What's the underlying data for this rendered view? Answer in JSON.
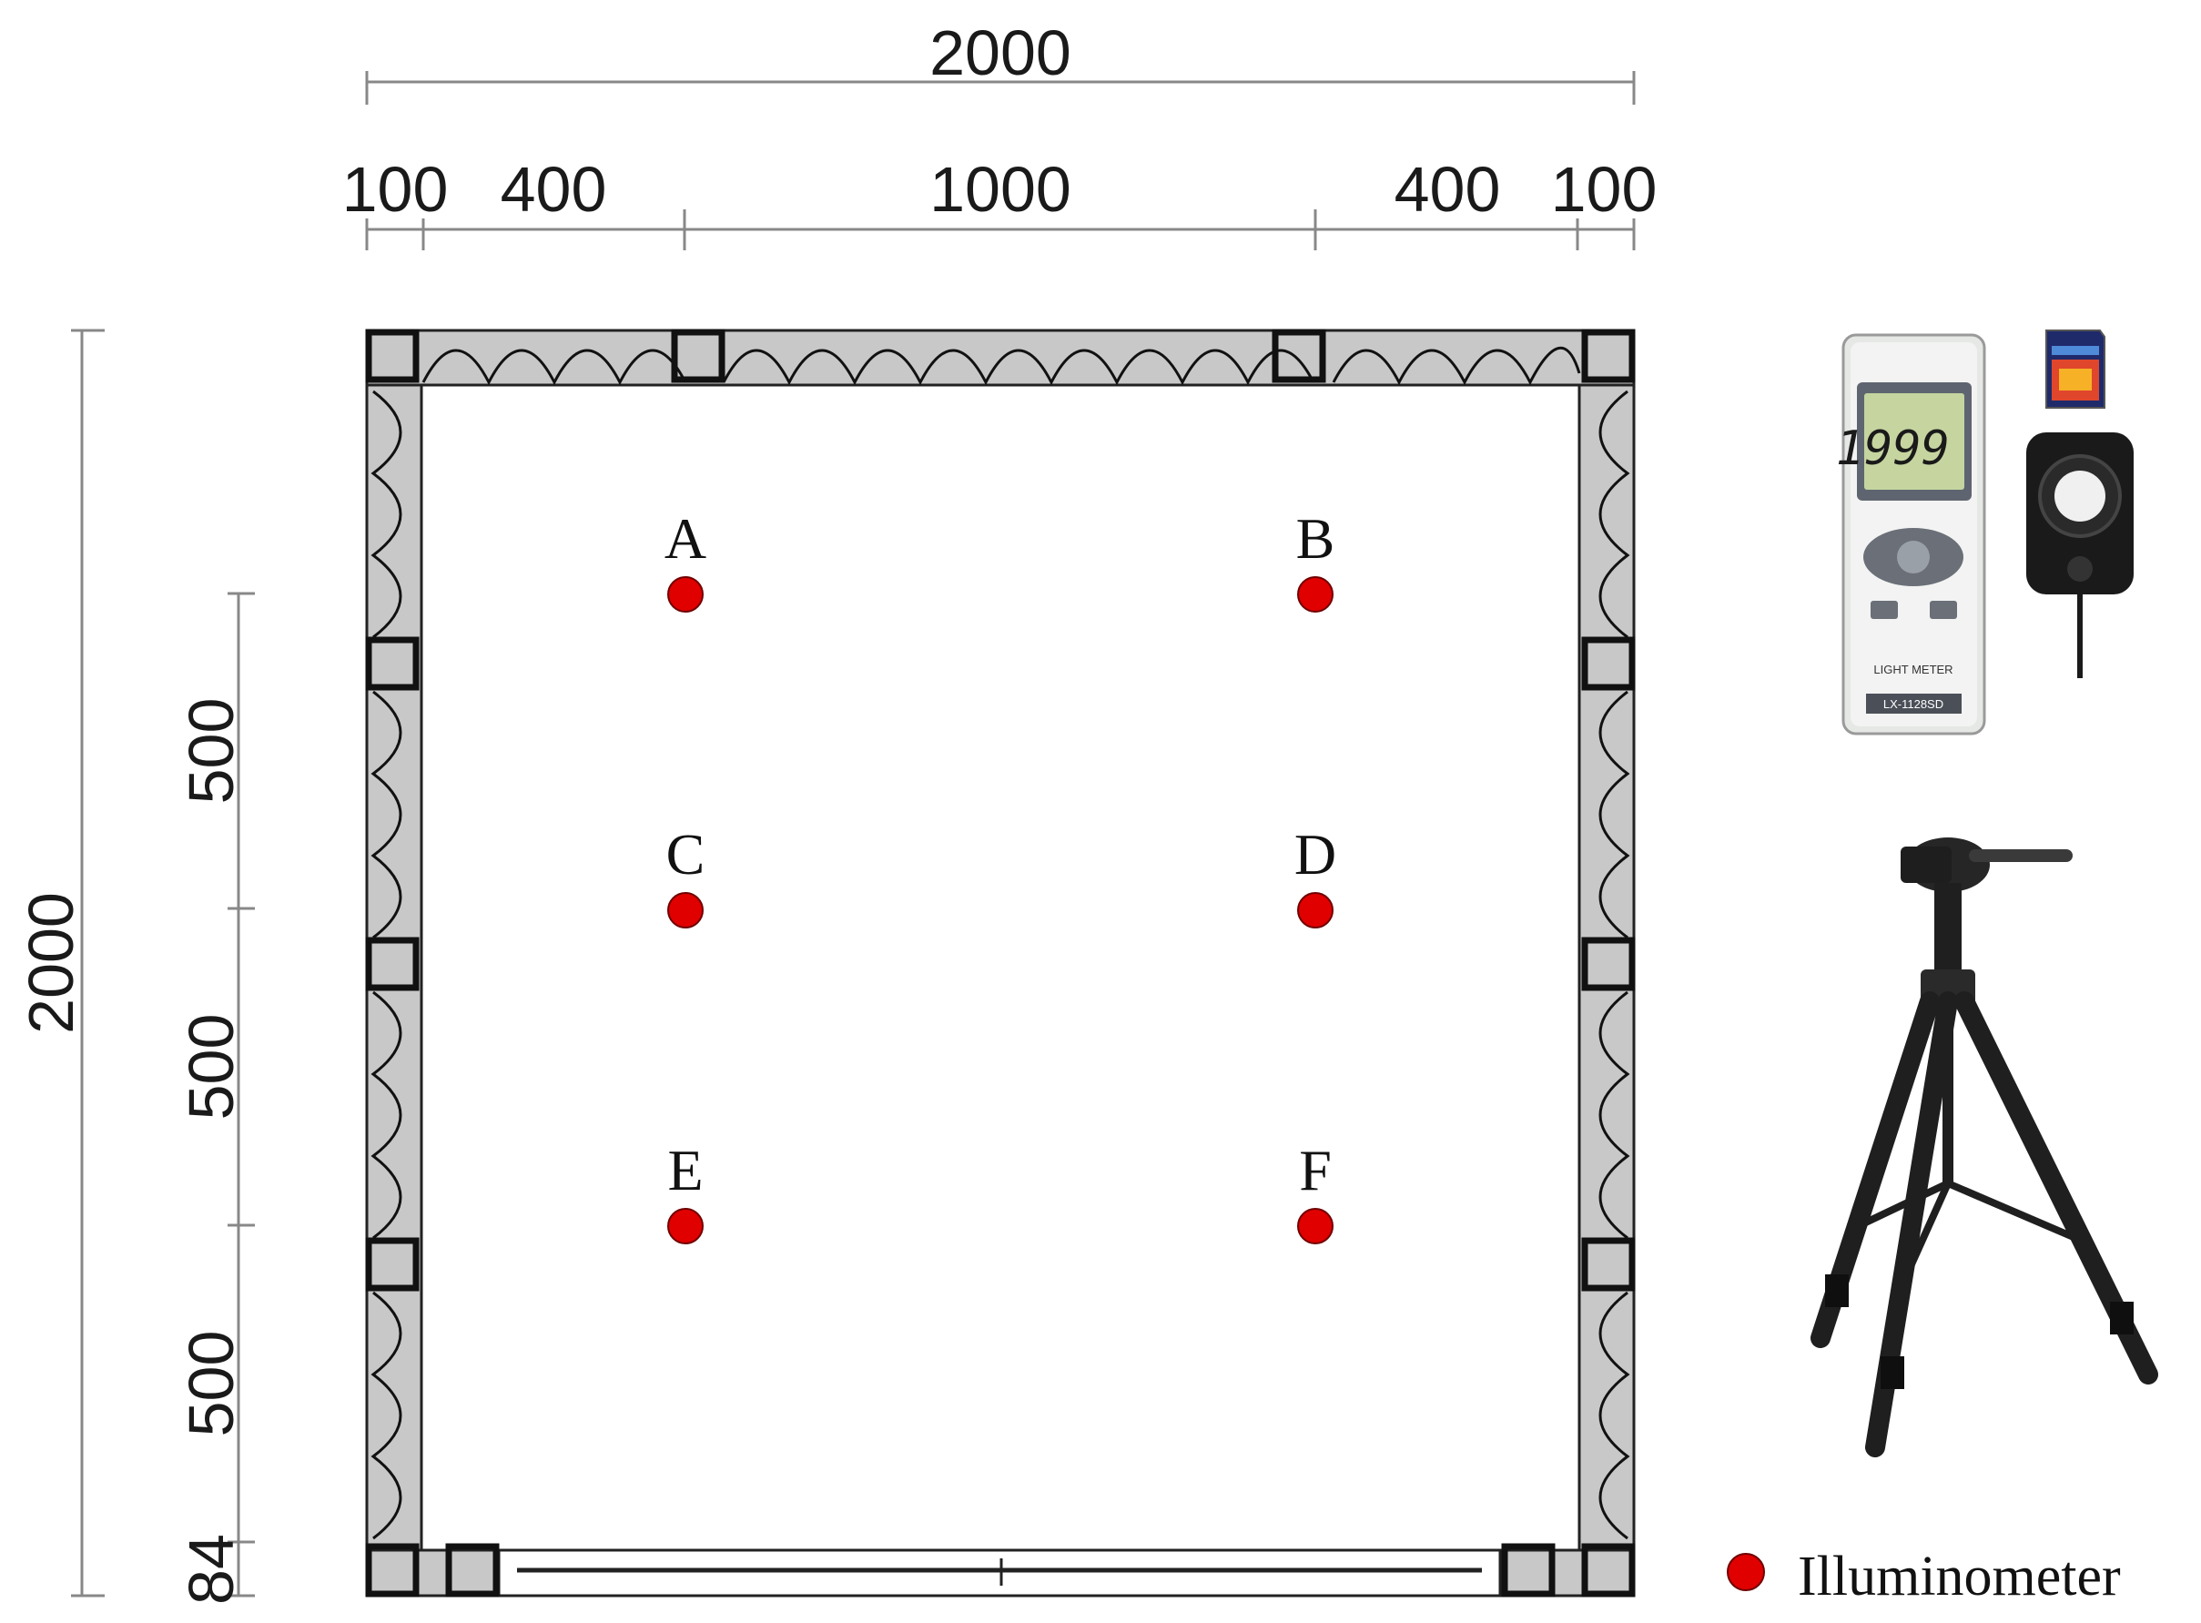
{
  "dimensions": {
    "total_width": "2000",
    "segments": [
      "100",
      "400",
      "1000",
      "400",
      "100"
    ],
    "total_height": "2000",
    "vertical_segments": [
      "500",
      "500",
      "500",
      "84"
    ]
  },
  "points": [
    {
      "id": "A",
      "label": "A"
    },
    {
      "id": "B",
      "label": "B"
    },
    {
      "id": "C",
      "label": "C"
    },
    {
      "id": "D",
      "label": "D"
    },
    {
      "id": "E",
      "label": "E"
    },
    {
      "id": "F",
      "label": "F"
    }
  ],
  "legend": {
    "label": "Illuminometer",
    "color": "#e00000"
  },
  "meter": {
    "display": "1999",
    "model": "LX-1128SD",
    "caption": "LIGHT METER"
  },
  "colors": {
    "wall": "#c8c8c8",
    "line": "#222222",
    "point": "#e00000"
  },
  "icons": [
    "light-meter-icon",
    "sd-card-icon",
    "light-sensor-icon",
    "tripod-icon"
  ]
}
